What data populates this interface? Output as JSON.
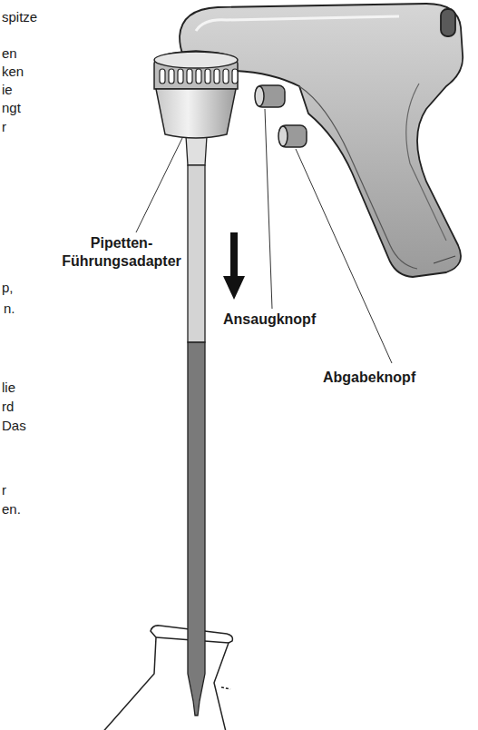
{
  "diagram": {
    "labels": [
      "spitze",
      "en",
      "ken",
      "ie",
      "ngt",
      "r",
      "p,",
      "n.",
      "lie",
      "rd",
      "Das",
      "r",
      "en.",
      "Pipetten- Führungsadapter",
      "Ansaugknopf",
      "Abgabeknopf"
    ]
  }
}
